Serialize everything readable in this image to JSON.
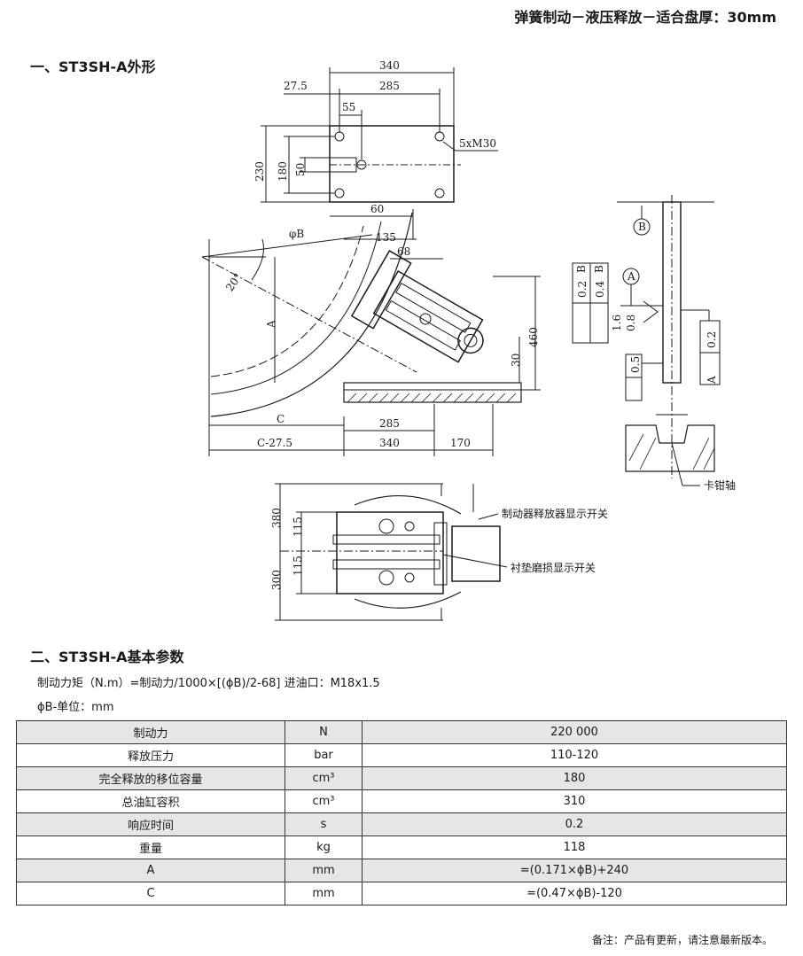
{
  "header": {
    "title": "弹簧制动－液压释放－适合盘厚：30mm"
  },
  "section1": {
    "title": "一、ST3SH-A外形"
  },
  "drawing": {
    "dims_top": [
      "340",
      "27.5",
      "285",
      "55",
      "5xM30",
      "230",
      "180",
      "50",
      "60"
    ],
    "dims_side": [
      "φB",
      "135",
      "68",
      "20°",
      "A",
      "460",
      "30",
      "C",
      "285",
      "C-27.5",
      "340",
      "170"
    ],
    "dims_bottom": [
      "380",
      "115",
      "115",
      "300"
    ],
    "tolerances": [
      "0.2",
      "B",
      "0.4",
      "B",
      "A",
      "1.6",
      "0.8",
      "B",
      "0.2",
      "A",
      "0.5"
    ],
    "callouts": {
      "caliper_axis": "卡钳轴",
      "release_switch": "制动器释放器显示开关",
      "wear_switch": "衬垫磨损显示开关"
    }
  },
  "section2": {
    "title": "二、ST3SH-A基本参数",
    "formula": "制动力矩（N.m）=制动力/1000×[(ϕB)/2-68]    进油口：M18x1.5",
    "unit_note": "ϕB-单位：mm"
  },
  "params_table": {
    "rows": [
      {
        "name": "制动力",
        "unit": "N",
        "value": "220 000"
      },
      {
        "name": "释放压力",
        "unit": "bar",
        "value": "110-120"
      },
      {
        "name": "完全释放的移位容量",
        "unit": "cm³",
        "value": "180"
      },
      {
        "name": "总油缸容积",
        "unit": "cm³",
        "value": "310"
      },
      {
        "name": "响应时间",
        "unit": "s",
        "value": "0.2"
      },
      {
        "name": "重量",
        "unit": "kg",
        "value": "118"
      },
      {
        "name": "A",
        "unit": "mm",
        "value": "=(0.171×ϕB)+240"
      },
      {
        "name": "C",
        "unit": "mm",
        "value": "=(0.47×ϕB)-120"
      }
    ]
  },
  "footer": {
    "note": "备注：产品有更新，请注意最新版本。"
  }
}
